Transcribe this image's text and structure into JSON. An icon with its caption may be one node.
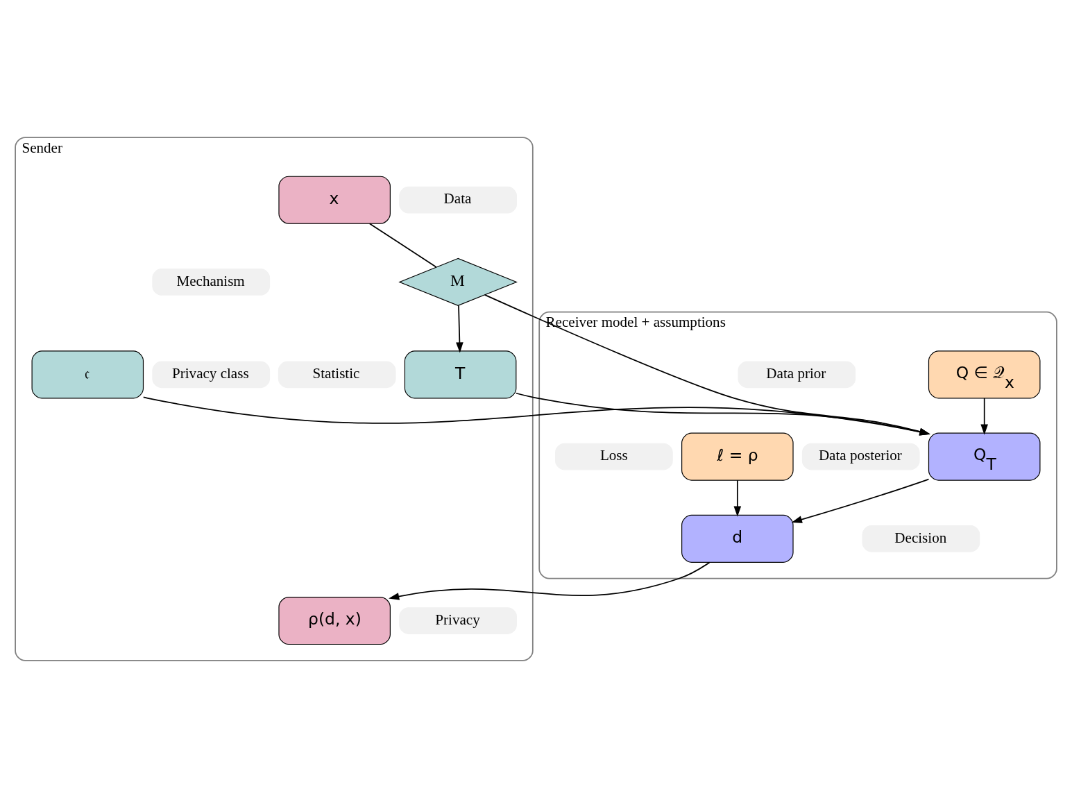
{
  "diagram": {
    "nodes": [
      {
        "text": [
          "Sender"
        ]
      },
      {
        "text": [
          "Data"
        ],
        "in": 0
      },
      {
        "text": [
          "x"
        ],
        "in": 0
      },
      {
        "text": [
          "Mechanism"
        ],
        "in": 0
      },
      {
        "text": [
          "M"
        ],
        "in": 0
      },
      {
        "text": [
          "Statistic"
        ],
        "in": 0
      },
      {
        "text": [
          "T"
        ],
        "in": 0
      },
      {
        "text": [
          "Privacy class"
        ],
        "in": 0
      },
      {
        "text": [
          "𝔠"
        ],
        "in": 0
      },
      {
        "text": [
          "Privacy"
        ],
        "in": 0
      },
      {
        "text": [
          "ρ(d, x)"
        ],
        "in": 0
      },
      {
        "text": [
          "Receiver model + assumptions"
        ]
      },
      {
        "text": [
          "Q ∈ 𝒬$_{x}$"
        ],
        "in": 11
      },
      {
        "text": [
          "Data prior"
        ],
        "in": 11
      },
      {
        "text": [
          "Q$_{T}$"
        ],
        "in": 11
      },
      {
        "text": [
          "Data posterior"
        ],
        "in": 11
      },
      {
        "text": [
          "d"
        ],
        "in": 11
      },
      {
        "text": [
          "Decision"
        ],
        "in": 11
      },
      {
        "text": [
          "ℓ = ρ"
        ],
        "in": 11
      },
      {
        "text": [
          "Loss"
        ],
        "in": 11
      }
    ],
    "edges": [
      {
        "from": 2,
        "to": 4,
        "arrow": "none"
      },
      {
        "from": 4,
        "to": 6,
        "arrow": "to"
      },
      {
        "from": 4,
        "to": 14,
        "arrow": "to"
      },
      {
        "from": 6,
        "to": 14,
        "arrow": "to"
      },
      {
        "from": 8,
        "to": 14,
        "arrow": "to"
      },
      {
        "from": 12,
        "to": 14,
        "arrow": "to"
      },
      {
        "from": 14,
        "to": 16,
        "arrow": "to"
      },
      {
        "from": 18,
        "to": 16,
        "arrow": "to"
      },
      {
        "from": 16,
        "to": 10,
        "arrow": "to"
      }
    ]
  }
}
